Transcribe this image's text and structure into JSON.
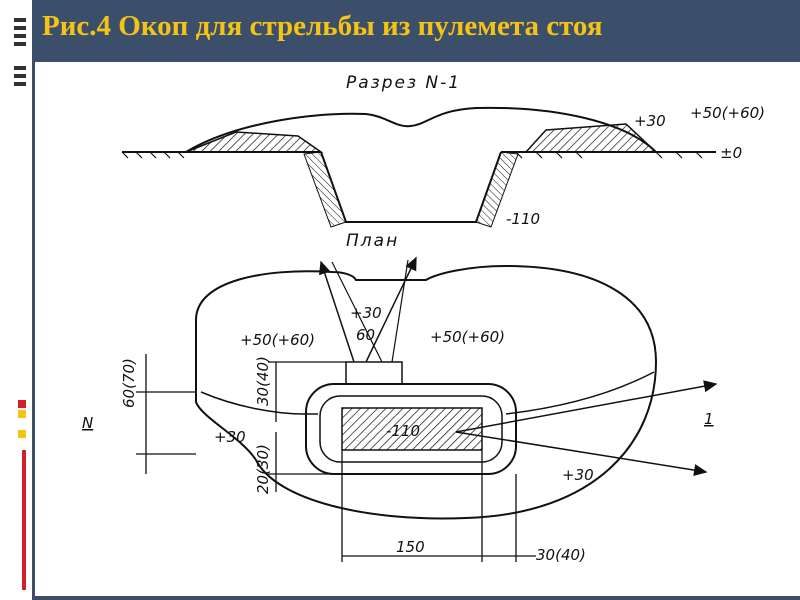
{
  "slide": {
    "title": "Рис.4 Окоп для стрельбы из пулемета стоя"
  },
  "diagram": {
    "section_label": "Разрез N-1",
    "plan_label": "План",
    "section": {
      "parapet_height": "+30",
      "parapet_height_alt": "+50(+60)",
      "ground_level": "±0",
      "trench_depth": "-110"
    },
    "plan": {
      "parapet_left": "+50(+60)",
      "parapet_right": "+50(+60)",
      "notch_height": "+30",
      "notch_width": "60",
      "left_level": "+30",
      "right_level": "+30",
      "pit_depth": "-110",
      "dim_vertical_outer": "60(70)",
      "dim_vertical_notch": "30(40)",
      "dim_vertical_lower": "20(30)",
      "dim_length": "150",
      "dim_berm": "30(40)",
      "section_mark_left": "N",
      "section_mark_right": "1"
    }
  },
  "colors": {
    "title_bar": "#3b4f6b",
    "title_text": "#f5c316",
    "accent_red": "#d21f2b",
    "accent_yellow": "#f5c316"
  }
}
